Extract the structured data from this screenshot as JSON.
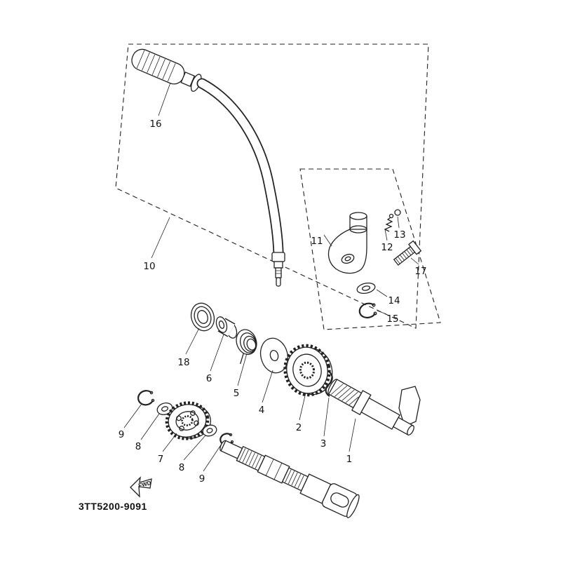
{
  "page": {
    "background": "#ffffff",
    "line_color": "#222222"
  },
  "diagram": {
    "code": "3TT5200-9091",
    "fwd": "FWD",
    "callouts": [
      {
        "text": "16"
      },
      {
        "text": "10"
      },
      {
        "text": "11"
      },
      {
        "text": "12"
      },
      {
        "text": "13"
      },
      {
        "text": "17"
      },
      {
        "text": "14"
      },
      {
        "text": "15"
      },
      {
        "text": "18"
      },
      {
        "text": "6"
      },
      {
        "text": "5"
      },
      {
        "text": "4"
      },
      {
        "text": "2"
      },
      {
        "text": "3"
      },
      {
        "text": "1"
      },
      {
        "text": "9"
      },
      {
        "text": "8"
      },
      {
        "text": "7"
      },
      {
        "text": "8"
      },
      {
        "text": "9"
      }
    ]
  }
}
